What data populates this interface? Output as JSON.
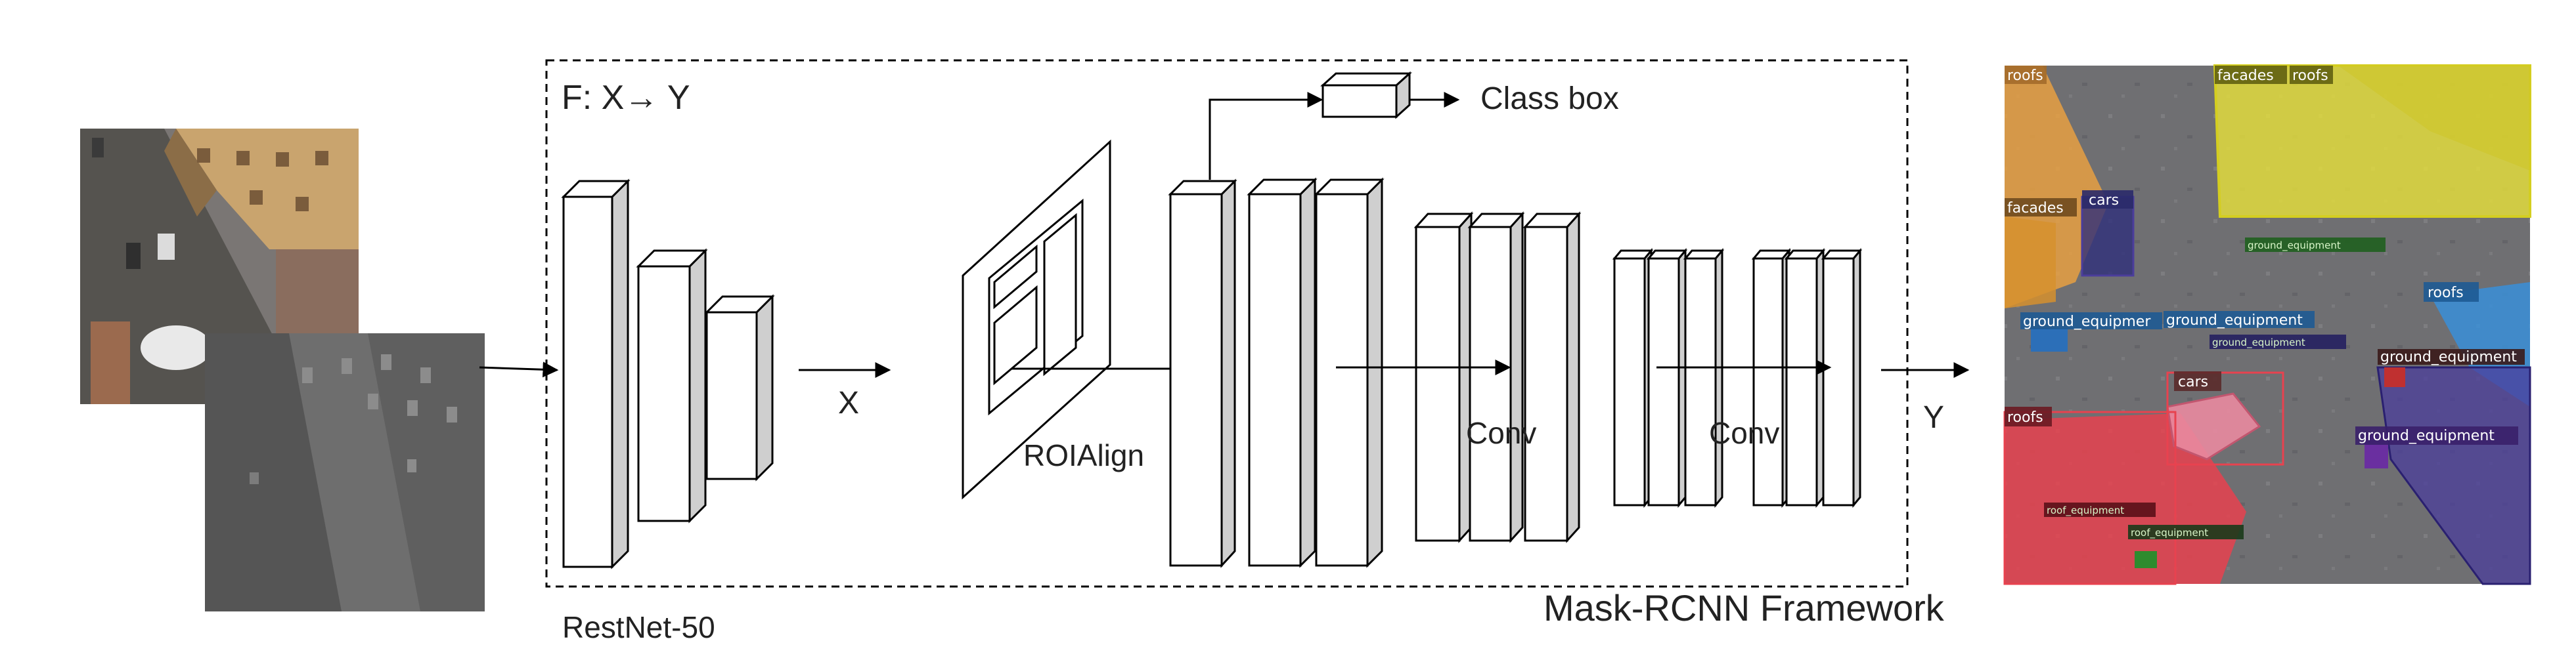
{
  "frame": {
    "title": "F: X→ Y",
    "caption": "Mask-RCNN Framework"
  },
  "labels": {
    "backbone": "RestNet-50",
    "x": "X",
    "y": "Y",
    "roi": "ROIAlign",
    "conv1": "Conv",
    "conv2": "Conv",
    "class_box": "Class box"
  },
  "detections": [
    {
      "label": "roofs"
    },
    {
      "label": "facades"
    },
    {
      "label": "roofs"
    },
    {
      "label": "facades"
    },
    {
      "label": "cars"
    },
    {
      "label": "ground_equipment"
    },
    {
      "label": "ground_equipmer"
    },
    {
      "label": "ground_equipment"
    },
    {
      "label": "ground_equipment"
    },
    {
      "label": "roofs"
    },
    {
      "label": "ground_equipment"
    },
    {
      "label": "cars"
    },
    {
      "label": "roofs"
    },
    {
      "label": "ground_equipment"
    },
    {
      "label": "roof_equipment"
    },
    {
      "label": "roof_equipment"
    }
  ],
  "colors": {
    "line": "#000000",
    "box_side": "#cfcfcf",
    "box_face": "#ffffff",
    "roof_orange": "#e8a042",
    "facade_yellow": "#e8e23a",
    "roof_red": "#e8424f",
    "roof_blue": "#3a8fd8",
    "equip_purple": "#4b3d9c",
    "equip_green": "#2e8b2e"
  }
}
